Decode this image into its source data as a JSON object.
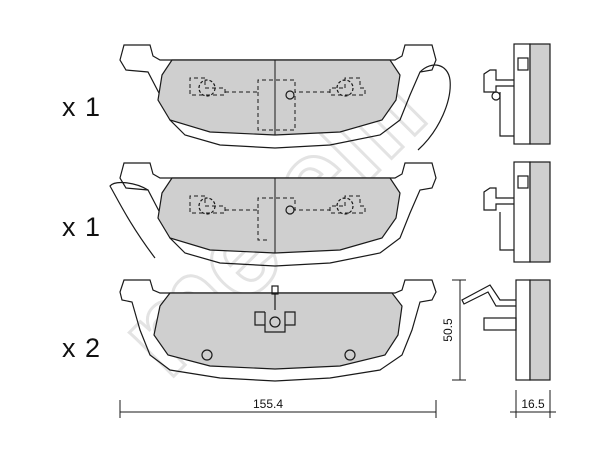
{
  "watermark": "metelli",
  "rows": [
    {
      "quantity": "x 1"
    },
    {
      "quantity": "x 1"
    },
    {
      "quantity": "x 2"
    }
  ],
  "dimensions": {
    "width": "155.4",
    "height": "50.5",
    "thickness": "16.5"
  },
  "colors": {
    "pad_fill": "#cfcfcf",
    "line": "#1a1a1a",
    "watermark": "#e6e6e6"
  }
}
